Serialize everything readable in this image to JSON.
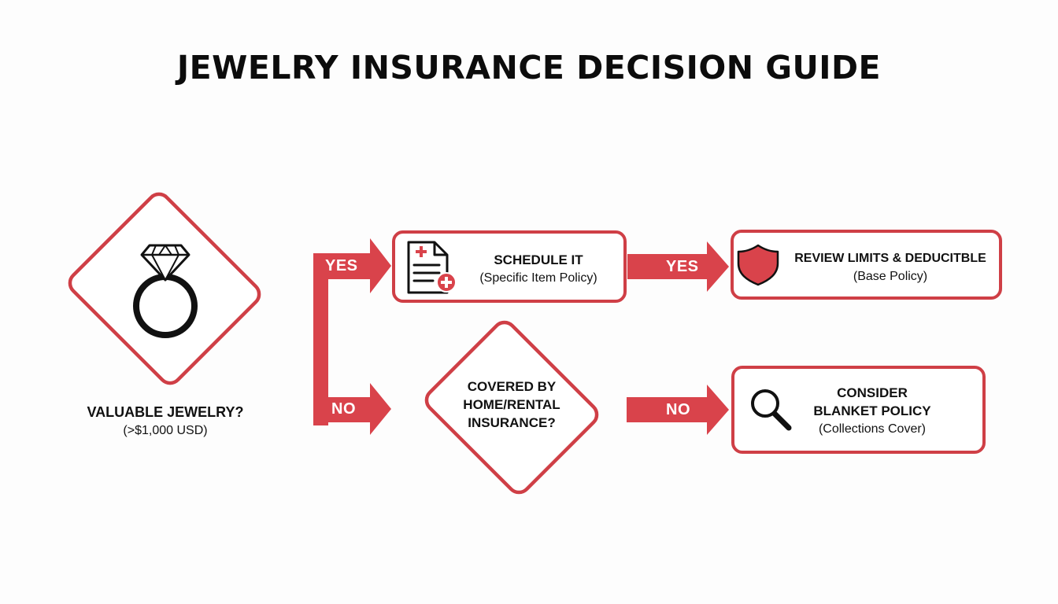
{
  "title": "JEWELRY INSURANCE DECISION GUIDE",
  "colors": {
    "accent": "#d9434b",
    "outline": "#cf3f46",
    "ink": "#111111",
    "background": "#fdfdfd"
  },
  "nodes": {
    "start": {
      "icon": "diamond-ring-icon",
      "line1": "VALUABLE JEWELRY?",
      "line2": "(>$1,000 USD)"
    },
    "schedule": {
      "icon": "document-plus-icon",
      "line1": "SCHEDULE IT",
      "line2": "(Specific Item Policy)"
    },
    "review": {
      "icon": "shield-icon",
      "line1": "REVIEW LIMITS & DEDUCITBLE",
      "line2": "(Base Policy)"
    },
    "covered": {
      "line1": "COVERED BY",
      "line2": "HOME/RENTAL",
      "line3": "INSURANCE?"
    },
    "blanket": {
      "icon": "magnifier-icon",
      "line1": "CONSIDER",
      "line2": "BLANKET POLICY",
      "line3": "(Collections Cover)"
    }
  },
  "edges": {
    "start_yes": "YES",
    "start_no": "NO",
    "schedule_yes": "YES",
    "covered_no": "NO"
  }
}
